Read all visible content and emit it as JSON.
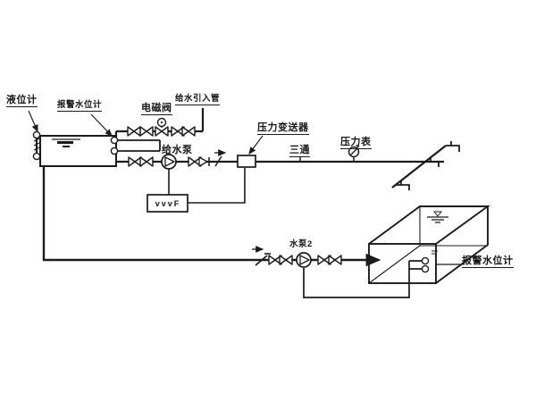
{
  "labels": {
    "level_gauge": "液位计",
    "alarm_level_gauge_left": "报警水位计",
    "solenoid_valve": "电磁阀",
    "feed_inlet_pipe": "给水引入管",
    "feed_pump": "给水泵",
    "pressure_transmitter": "压力变送器",
    "tee": "三通",
    "pressure_gauge": "压力表",
    "pump2": "水泵2",
    "alarm_level_gauge_right": "报警水位计",
    "vvvf_box": "vvvF"
  },
  "colors": {
    "line": "#1b1b1b",
    "text": "#161616",
    "background": "#ffffff"
  }
}
